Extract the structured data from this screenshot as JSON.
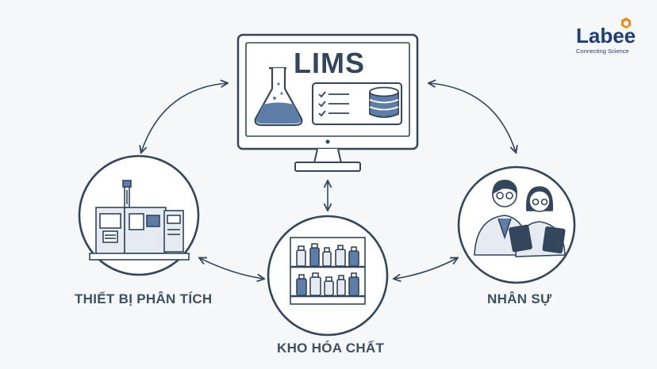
{
  "brand": {
    "name": "Labee",
    "tagline": "Connecting Science"
  },
  "center": {
    "title": "LIMS"
  },
  "nodes": {
    "equipment": {
      "label": "THIẾT BỊ PHÂN TÍCH"
    },
    "chemical_store": {
      "label": "KHO HÓA CHẤT"
    },
    "staff": {
      "label": "NHÂN SỰ"
    }
  },
  "colors": {
    "stroke": "#33465c",
    "accent_blue": "#5e7ea8",
    "brand_navy": "#1e3f73",
    "brand_orange": "#f08a1c",
    "background": "#f6f7f8"
  }
}
